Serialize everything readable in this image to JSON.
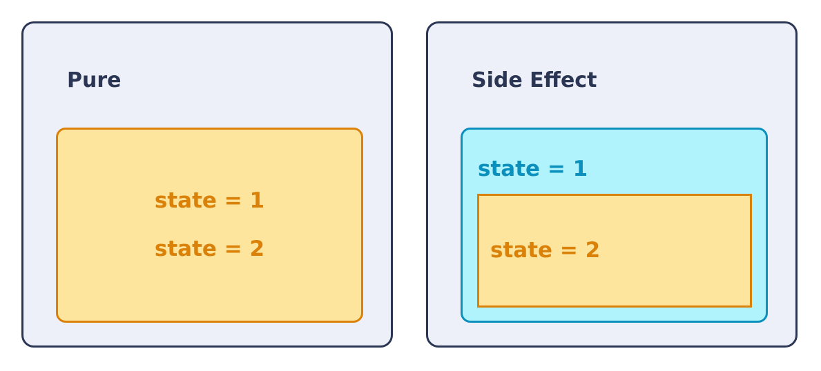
{
  "panels": {
    "pure": {
      "title": "Pure",
      "states": [
        "state = 1",
        "state = 2"
      ]
    },
    "side_effect": {
      "title": "Side Effect",
      "outer_state": "state = 1",
      "inner_state": "state = 2"
    }
  },
  "colors": {
    "panel_bg": "#edf0f8",
    "panel_border": "#2b3654",
    "title_text": "#2b3654",
    "yellow_fill": "#fde59d",
    "orange": "#d98108",
    "cyan_fill": "#b0f3fc",
    "cyan": "#0b8fbc"
  }
}
